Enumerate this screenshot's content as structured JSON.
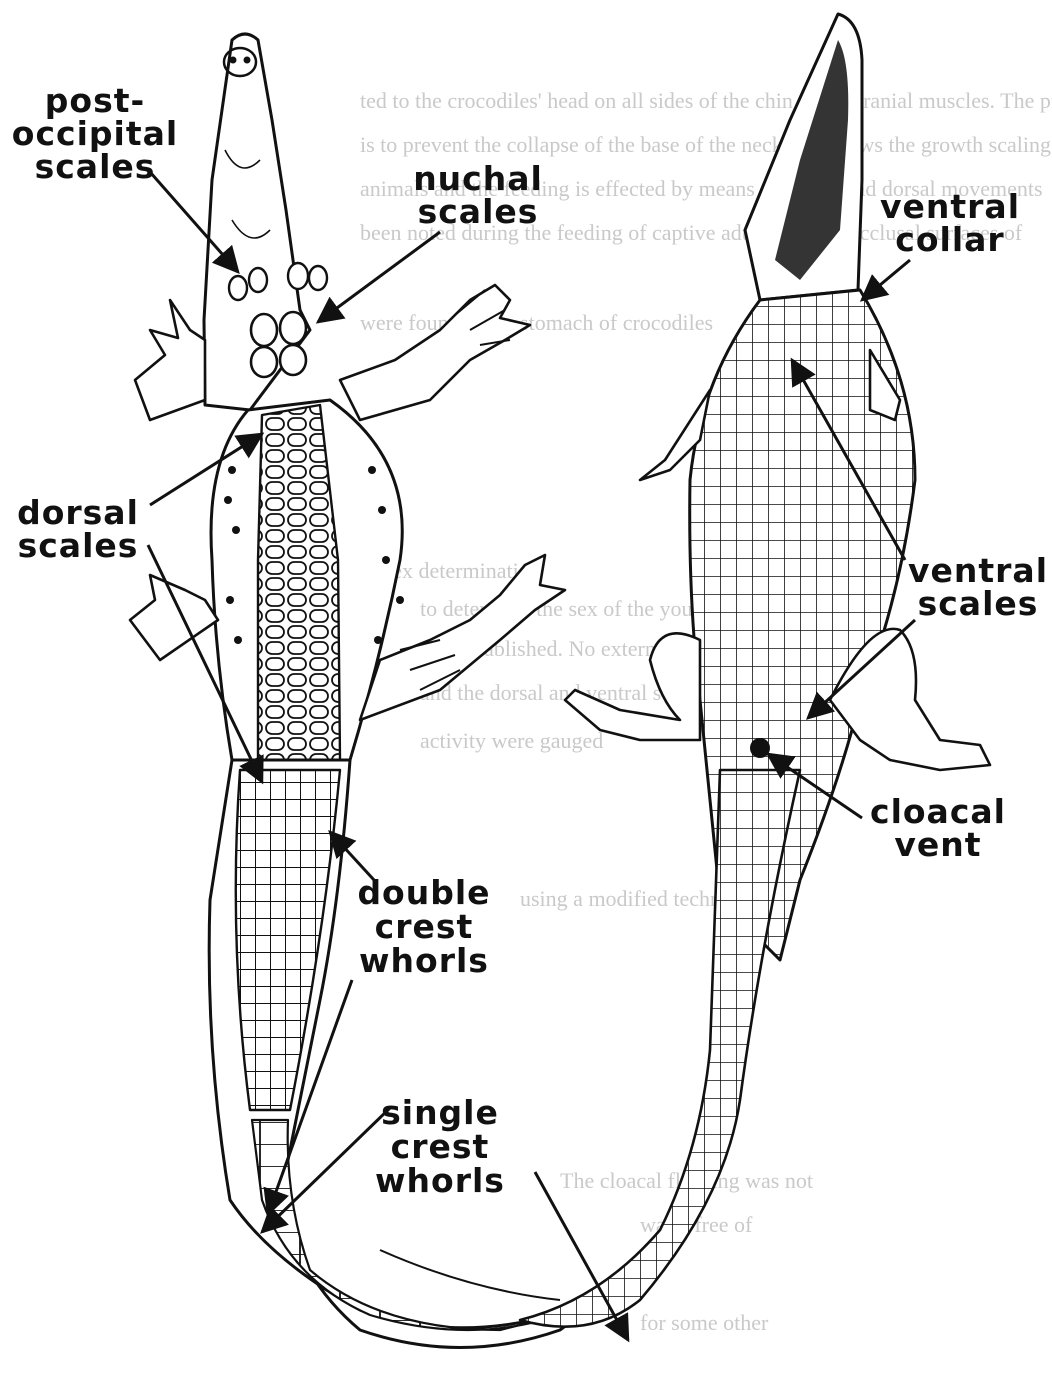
{
  "figure": {
    "labels": {
      "post_occipital": [
        "post-",
        "occipital",
        "scales"
      ],
      "nuchal": [
        "nuchal",
        "scales"
      ],
      "ventral_collar": [
        "ventral",
        "collar"
      ],
      "dorsal": [
        "dorsal",
        "scales"
      ],
      "ventral_scales": [
        "ventral",
        "scales"
      ],
      "cloacal_vent": [
        "cloacal",
        "vent"
      ],
      "double_crest": [
        "double",
        "crest",
        "whorls"
      ],
      "single_crest": [
        "single",
        "crest",
        "whorls"
      ]
    },
    "bleed_through": [
      "ted to the crocodiles' head on all sides of the chin to the cranial muscles. The pr",
      "is to prevent the collapse of the base of the neck and allows the growth scaling a",
      "animals and the feeding is effected by means of lateral and dorsal movements",
      "been noted during the feeding of captive adults and the occlusal surfaces of",
      "were found in the stomach of crocodiles",
      "Sex determination",
      "to determine the sex of the young",
      "was established. No external sexual trait",
      "and the dorsal and ventral surfaces",
      "activity were gauged",
      "using a modified technique",
      "The cloacal flushing was not",
      "water free of",
      "for some other"
    ],
    "colors": {
      "ink": "#111111",
      "paper": "#ffffff",
      "bleed": "#c9c9c9"
    }
  }
}
